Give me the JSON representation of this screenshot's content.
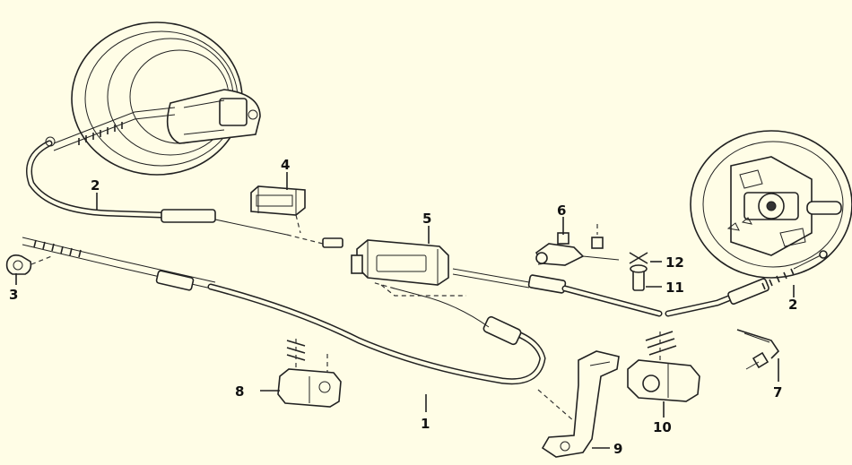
{
  "callouts": [
    {
      "id": "1",
      "label": "1"
    },
    {
      "id": "2a",
      "label": "2"
    },
    {
      "id": "2b",
      "label": "2"
    },
    {
      "id": "3",
      "label": "3"
    },
    {
      "id": "4",
      "label": "4"
    },
    {
      "id": "5",
      "label": "5"
    },
    {
      "id": "6",
      "label": "6"
    },
    {
      "id": "7",
      "label": "7"
    },
    {
      "id": "8",
      "label": "8"
    },
    {
      "id": "9",
      "label": "9"
    },
    {
      "id": "10",
      "label": "10"
    },
    {
      "id": "11",
      "label": "11"
    },
    {
      "id": "12",
      "label": "12"
    }
  ],
  "colors": {
    "background": "#fffde6",
    "ink": "#222222"
  }
}
